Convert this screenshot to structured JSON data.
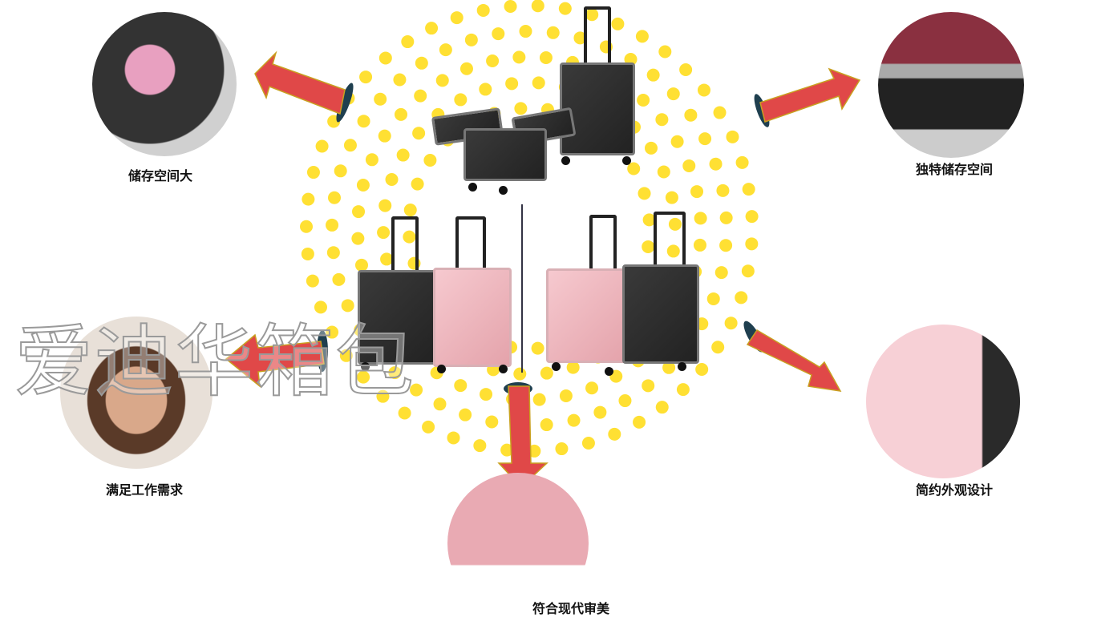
{
  "features": {
    "top_left": "储存空间大",
    "top_right": "独特储存空间",
    "middle_left": "满足工作需求",
    "middle_right": "简约外观设计",
    "bottom": "符合现代审美"
  },
  "watermark": "爱迪华箱包",
  "colors": {
    "arrow": "#e04848",
    "arrow_tail": "#1f3f4f",
    "dots": "#ffe033",
    "pink_case": "#f0b9c0",
    "black_case": "#2c2c2c"
  }
}
